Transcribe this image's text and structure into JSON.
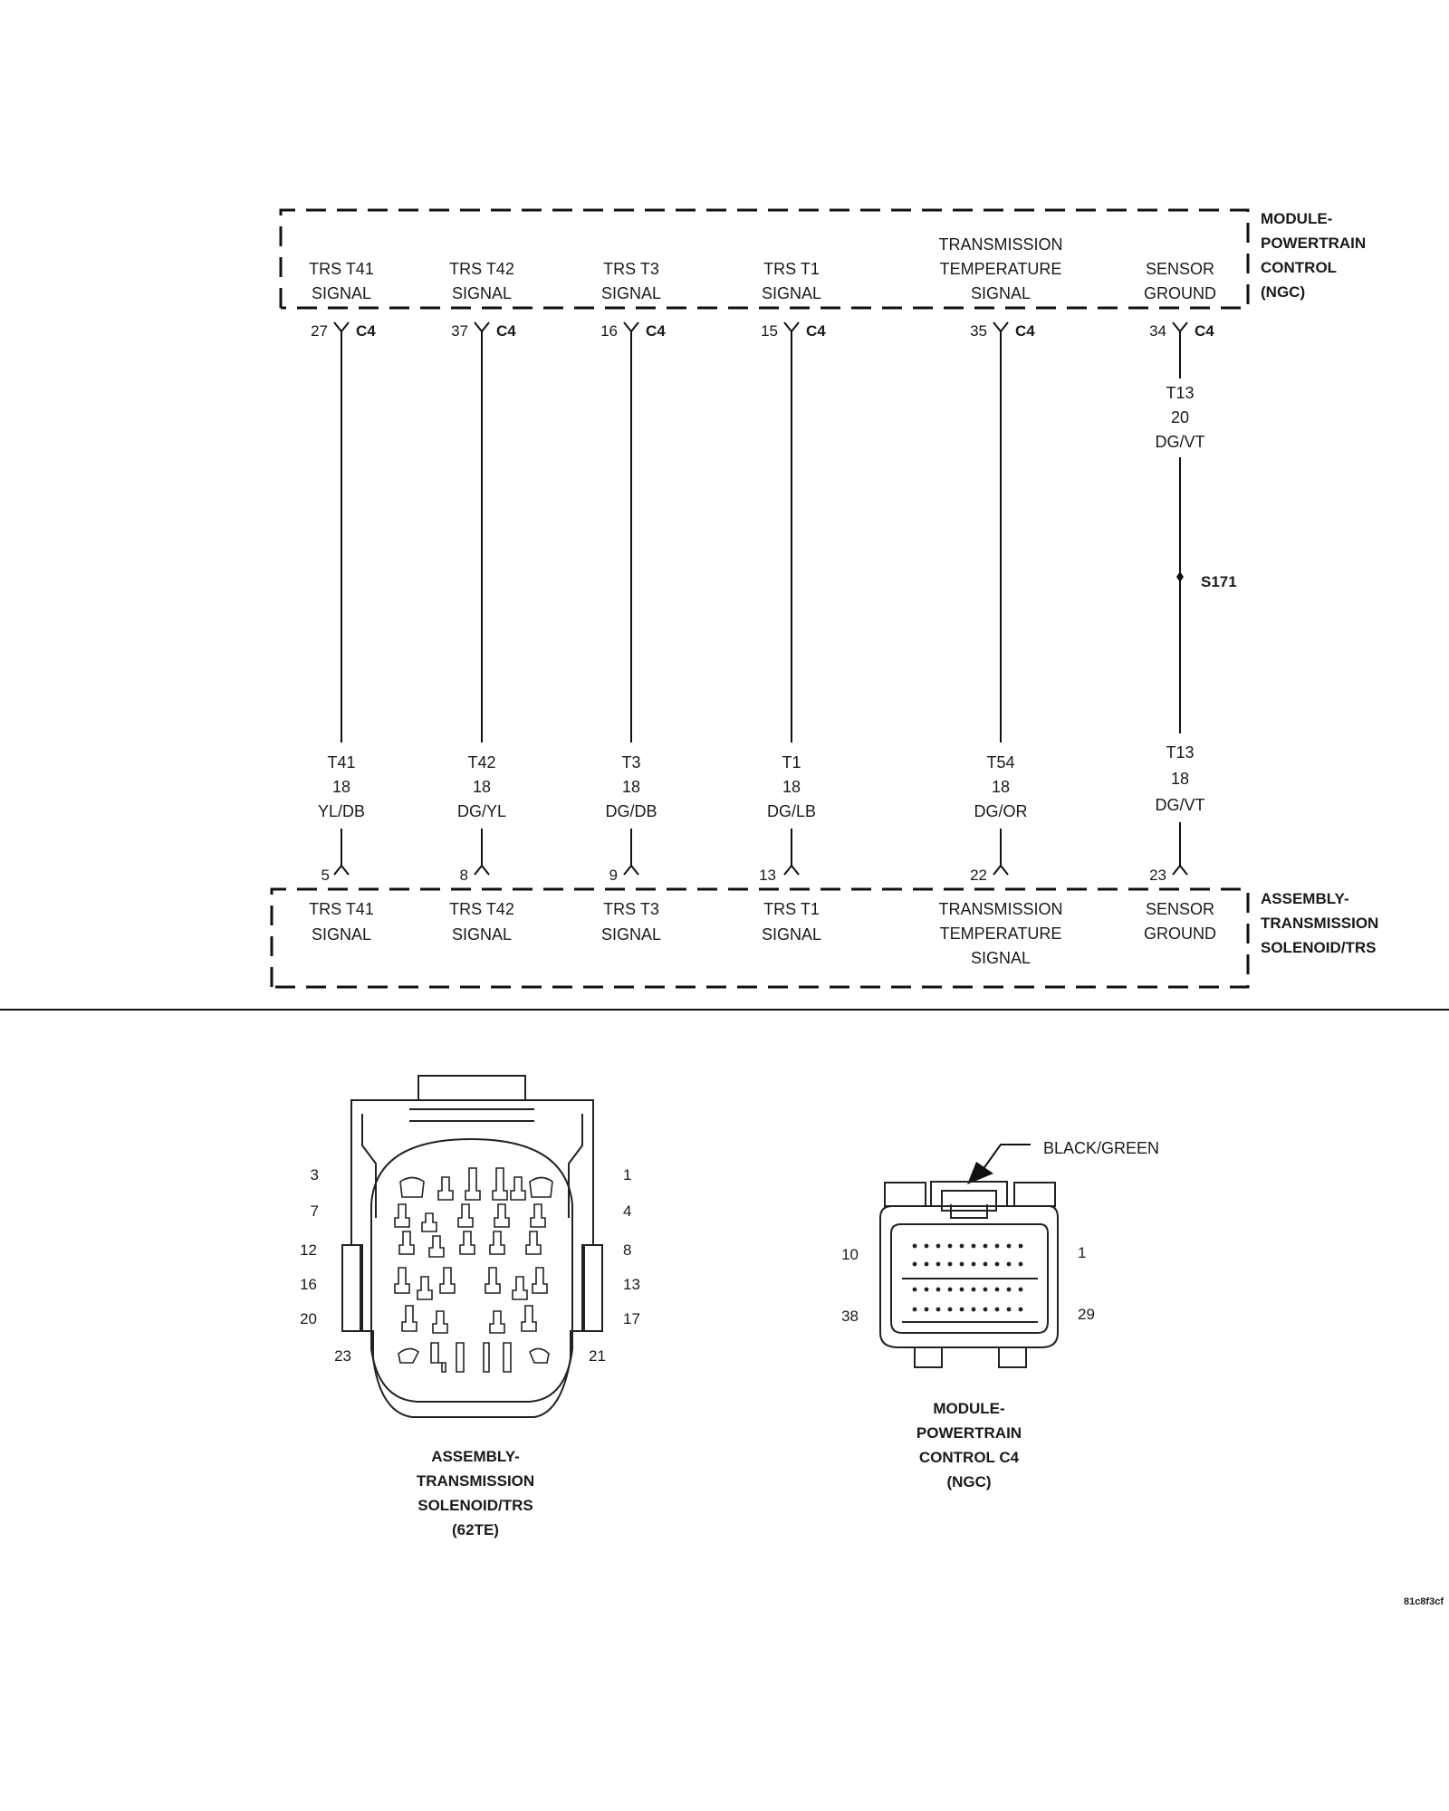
{
  "pcm_module": {
    "lines": [
      "MODULE-",
      "POWERTRAIN",
      "CONTROL",
      "(NGC)"
    ]
  },
  "trs_module": {
    "lines": [
      "ASSEMBLY-",
      "TRANSMISSION",
      "SOLENOID/TRS"
    ]
  },
  "circuits": [
    {
      "pcm_label": [
        "TRS T41",
        "SIGNAL"
      ],
      "pcm_pin": "27",
      "pcm_conn": "C4",
      "wire": [
        "T41",
        "18",
        "YL/DB"
      ],
      "trs_pin": "5",
      "trs_label": [
        "TRS T41",
        "SIGNAL"
      ]
    },
    {
      "pcm_label": [
        "TRS T42",
        "SIGNAL"
      ],
      "pcm_pin": "37",
      "pcm_conn": "C4",
      "wire": [
        "T42",
        "18",
        "DG/YL"
      ],
      "trs_pin": "8",
      "trs_label": [
        "TRS T42",
        "SIGNAL"
      ]
    },
    {
      "pcm_label": [
        "TRS T3",
        "SIGNAL"
      ],
      "pcm_pin": "16",
      "pcm_conn": "C4",
      "wire": [
        "T3",
        "18",
        "DG/DB"
      ],
      "trs_pin": "9",
      "trs_label": [
        "TRS T3",
        "SIGNAL"
      ]
    },
    {
      "pcm_label": [
        "TRS T1",
        "SIGNAL"
      ],
      "pcm_pin": "15",
      "pcm_conn": "C4",
      "wire": [
        "T1",
        "18",
        "DG/LB"
      ],
      "trs_pin": "13",
      "trs_label": [
        "TRS T1",
        "SIGNAL"
      ]
    },
    {
      "pcm_label": [
        "TRANSMISSION",
        "TEMPERATURE",
        "SIGNAL"
      ],
      "pcm_pin": "35",
      "pcm_conn": "C4",
      "wire": [
        "T54",
        "18",
        "DG/OR"
      ],
      "trs_pin": "22",
      "trs_label": [
        "TRANSMISSION",
        "TEMPERATURE",
        "SIGNAL"
      ]
    },
    {
      "pcm_label": [
        "SENSOR",
        "GROUND"
      ],
      "pcm_pin": "34",
      "pcm_conn": "C4",
      "wire_upper": [
        "T13",
        "20",
        "DG/VT"
      ],
      "splice": "S171",
      "wire": [
        "T13",
        "18",
        "DG/VT"
      ],
      "trs_pin": "23",
      "trs_label": [
        "SENSOR",
        "GROUND"
      ]
    }
  ],
  "trs_connector": {
    "caption": [
      "ASSEMBLY-",
      "TRANSMISSION",
      "SOLENOID/TRS",
      "(62TE)"
    ],
    "left_pins": [
      "3",
      "7",
      "12",
      "16",
      "20",
      "23"
    ],
    "right_pins": [
      "1",
      "4",
      "8",
      "13",
      "17",
      "21"
    ]
  },
  "pcm_connector": {
    "color_callout": "BLACK/GREEN",
    "caption": [
      "MODULE-",
      "POWERTRAIN",
      "CONTROL C4",
      "(NGC)"
    ],
    "left_pins": [
      "10",
      "38"
    ],
    "right_pins": [
      "1",
      "29"
    ]
  },
  "image_code": "81c8f3cf"
}
